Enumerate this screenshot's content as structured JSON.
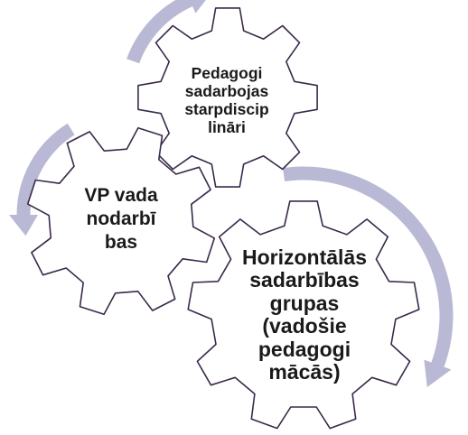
{
  "colors": {
    "gear_fill": "#ffffff",
    "gear_stroke": "#3a2a4a",
    "arrow_fill": "#b9b9d6"
  },
  "gears": {
    "top": {
      "text": "Pedagogi\nsadarbojas\nstarpdiscip\nlināri"
    },
    "left": {
      "text": "VP vada\nnodarbī\nbas"
    },
    "right": {
      "text": "Horizontālās\nsadarbības\ngrupas\n(vadošie\npedagogi\nmācās)"
    }
  }
}
